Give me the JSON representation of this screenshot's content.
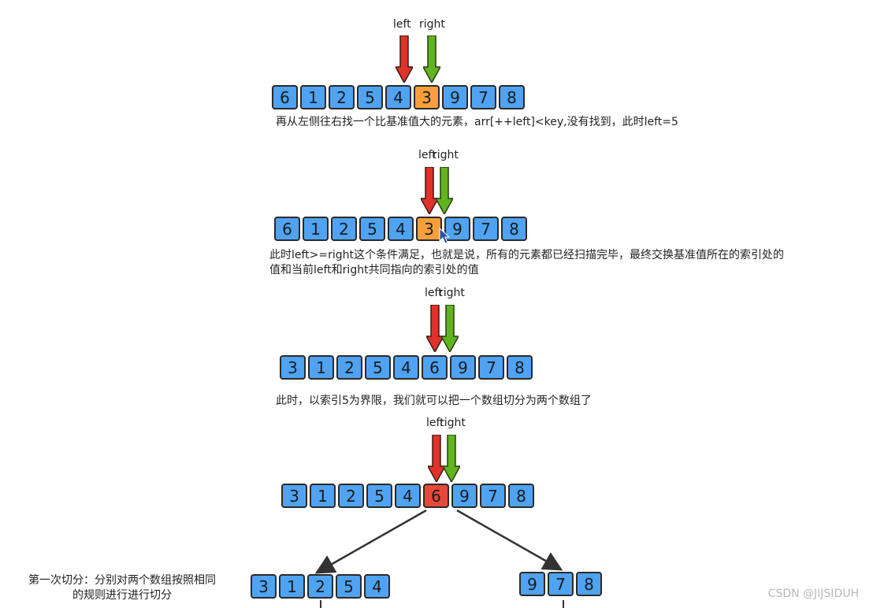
{
  "colors": {
    "cell": "#4fa3f2",
    "highlight_orange": "#f7a03a",
    "highlight_red": "#e8483a",
    "left_arrow": "#e0322a",
    "right_arrow": "#62b41f"
  },
  "labels": {
    "left": "left",
    "right": "right"
  },
  "steps": [
    {
      "values": [
        "6",
        "1",
        "2",
        "5",
        "4",
        "3",
        "9",
        "7",
        "8"
      ],
      "highlight_index": 5,
      "highlight": "orange",
      "caption": [
        "再从左侧往右找一个比基准值大的元素，arr[++left]<key,没有找到，此时left=5"
      ]
    },
    {
      "values": [
        "6",
        "1",
        "2",
        "5",
        "4",
        "3",
        "9",
        "7",
        "8"
      ],
      "highlight_index": 5,
      "highlight": "orange",
      "caption": [
        "此时left>=right这个条件满足，也就是说，所有的元素都已经扫描完毕，最终交换基准值所在的索引处的",
        "值和当前left和right共同指向的索引处的值"
      ]
    },
    {
      "values": [
        "3",
        "1",
        "2",
        "5",
        "4",
        "6",
        "9",
        "7",
        "8"
      ],
      "highlight_index": -1,
      "highlight": "",
      "caption": [
        "此时，以索引5为界限，我们就可以把一个数组切分为两个数组了"
      ]
    },
    {
      "values": [
        "3",
        "1",
        "2",
        "5",
        "4",
        "6",
        "9",
        "7",
        "8"
      ],
      "highlight_index": 5,
      "highlight": "red",
      "caption": []
    }
  ],
  "split": {
    "left_values": [
      "3",
      "1",
      "2",
      "5",
      "4"
    ],
    "right_values": [
      "9",
      "7",
      "8"
    ],
    "caption": [
      "第一次切分：分别对两个数组按照相同",
      "的规则进行进行切分"
    ]
  },
  "watermark": "CSDN @JIJSIDUH"
}
